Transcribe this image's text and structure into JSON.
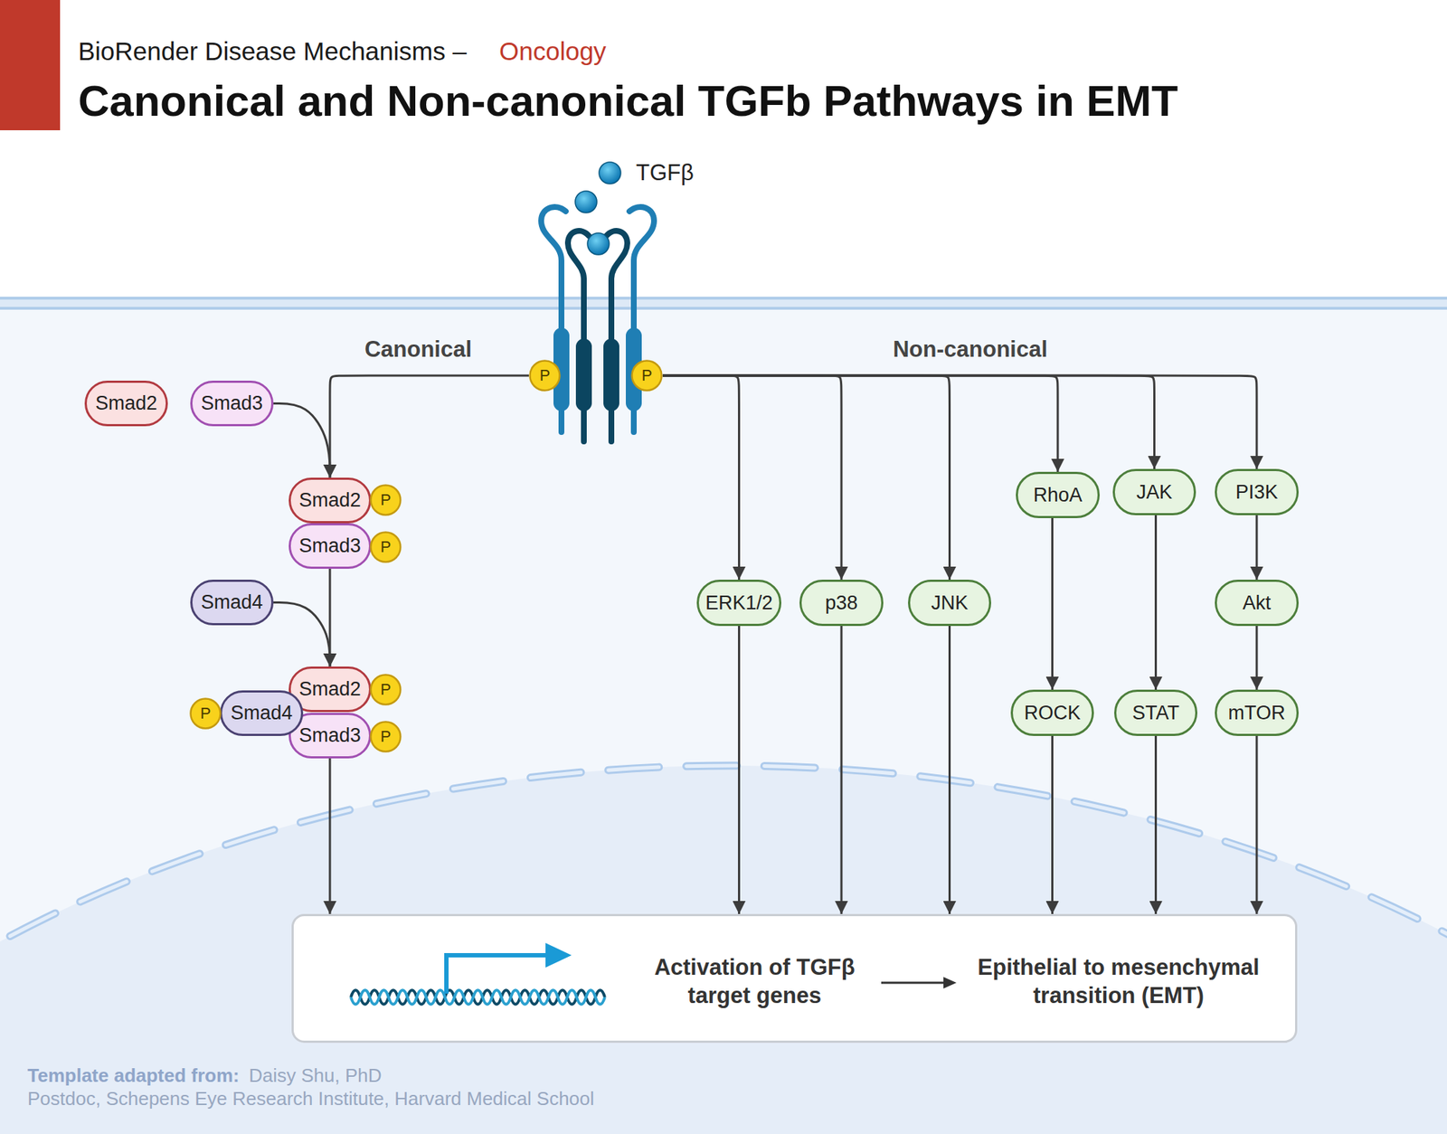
{
  "diagram": {
    "title": "Canonical and Non-canonical TGFb Pathways in EMT",
    "nodes": [
      {
        "text": [
          "P"
        ]
      },
      {
        "text": [
          "P"
        ]
      },
      {
        "text": [
          "Smad2"
        ]
      },
      {
        "text": [
          "Smad3"
        ]
      },
      {
        "text": [
          "Smad2"
        ]
      },
      {
        "text": [
          "P"
        ]
      },
      {
        "text": [
          "Smad3"
        ]
      },
      {
        "text": [
          "P"
        ]
      },
      {
        "text": [
          "Smad4"
        ]
      },
      {
        "text": [
          "Smad2"
        ]
      },
      {
        "text": [
          "P"
        ]
      },
      {
        "text": [
          "Smad3"
        ]
      },
      {
        "text": [
          "P"
        ]
      },
      {
        "text": [
          "Smad4"
        ]
      },
      {
        "text": [
          "P"
        ]
      },
      {
        "text": [
          "RhoA"
        ]
      },
      {
        "text": [
          "JAK"
        ]
      },
      {
        "text": [
          "PI3K"
        ]
      },
      {
        "text": [
          "ERK1/2"
        ]
      },
      {
        "text": [
          "p38"
        ]
      },
      {
        "text": [
          "JNK"
        ]
      },
      {
        "text": [
          "Akt"
        ]
      },
      {
        "text": [
          "ROCK"
        ]
      },
      {
        "text": [
          "STAT"
        ]
      },
      {
        "text": [
          "mTOR"
        ]
      },
      {
        "text": [
          "Activation of TGFβ target genes",
          "Epithelial to mesenchymal transition (EMT)"
        ]
      }
    ],
    "edges": [
      {
        "from": 0,
        "to": 4,
        "arrow": "to"
      },
      {
        "from": 3,
        "to": 4,
        "arrow": "to"
      },
      {
        "from": 6,
        "to": 9,
        "arrow": "to"
      },
      {
        "from": 8,
        "to": 9,
        "arrow": "to"
      },
      {
        "from": 11,
        "to": 25,
        "arrow": "to"
      },
      {
        "from": 1,
        "to": 18,
        "arrow": "to"
      },
      {
        "from": 1,
        "to": 19,
        "arrow": "to"
      },
      {
        "from": 1,
        "to": 20,
        "arrow": "to"
      },
      {
        "from": 1,
        "to": 15,
        "arrow": "to"
      },
      {
        "from": 1,
        "to": 16,
        "arrow": "to"
      },
      {
        "from": 1,
        "to": 17,
        "arrow": "to"
      },
      {
        "from": 18,
        "to": 25,
        "arrow": "to"
      },
      {
        "from": 19,
        "to": 25,
        "arrow": "to"
      },
      {
        "from": 20,
        "to": 25,
        "arrow": "to"
      },
      {
        "from": 15,
        "to": 22,
        "arrow": "to"
      },
      {
        "from": 22,
        "to": 25,
        "arrow": "to"
      },
      {
        "from": 16,
        "to": 23,
        "arrow": "to"
      },
      {
        "from": 23,
        "to": 25,
        "arrow": "to"
      },
      {
        "from": 17,
        "to": 21,
        "arrow": "to"
      },
      {
        "from": 21,
        "to": 24,
        "arrow": "to"
      },
      {
        "from": 24,
        "to": 25,
        "arrow": "to"
      }
    ],
    "labels": [
      "BioRender Disease Mechanisms –",
      "Oncology",
      "TGFβ",
      "Canonical",
      "Non-canonical",
      "Template adapted from:",
      "Daisy Shu, PhD",
      "Postdoc, Schepens Eye Research Institute, Harvard Medical School"
    ]
  }
}
